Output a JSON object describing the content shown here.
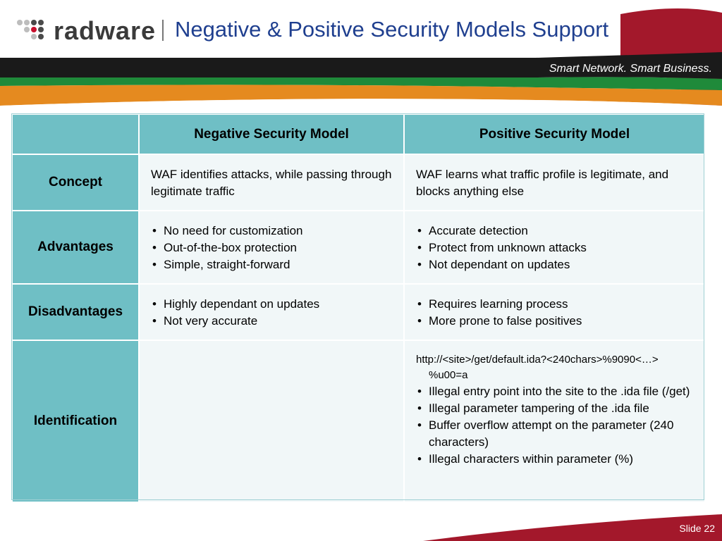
{
  "header": {
    "logo_text": "radware",
    "title": "Negative & Positive Security Models Support",
    "tagline": "Smart Network. Smart Business."
  },
  "table": {
    "columns": [
      "",
      "Negative Security Model",
      "Positive Security Model"
    ],
    "rows": {
      "concept": {
        "label": "Concept",
        "negative": "WAF identifies attacks, while passing through legitimate traffic",
        "positive": "WAF learns what traffic profile is legitimate, and blocks anything else"
      },
      "advantages": {
        "label": "Advantages",
        "negative": [
          "No need for customization",
          "Out-of-the-box protection",
          "Simple, straight-forward"
        ],
        "positive": [
          "Accurate detection",
          "Protect from unknown attacks",
          "Not dependant on updates"
        ]
      },
      "disadvantages": {
        "label": "Disadvantages",
        "negative": [
          "Highly dependant on updates",
          "Not very accurate"
        ],
        "positive": [
          "Requires learning process",
          "More prone to false positives"
        ]
      },
      "identification": {
        "label": "Identification",
        "negative": "",
        "positive_url_line1": "http://<site>/get/default.ida?<240chars>%9090<…>",
        "positive_url_line2": "%u00=a",
        "positive": [
          "Illegal entry point into the site to the .ida file (/get)",
          "Illegal parameter tampering of the .ida file",
          "Buffer overflow attempt on the parameter (240 characters)",
          "Illegal characters within parameter (%)"
        ]
      }
    }
  },
  "footer": {
    "slide_number": "Slide 22"
  },
  "colors": {
    "header_cell": "#6fbfc5",
    "body_cell": "#f1f7f8",
    "title": "#1f3f8f",
    "stripe_red": "#a3182b",
    "stripe_dark": "#1a1a1a",
    "stripe_green": "#1f8a3a",
    "stripe_orange": "#e58a1f"
  }
}
